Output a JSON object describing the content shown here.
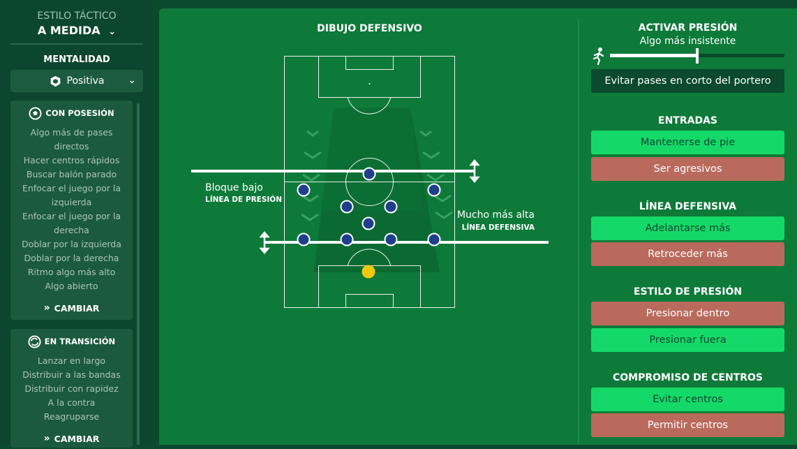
{
  "sidebar": {
    "style_title": "ESTILO TÁCTICO",
    "style_value": "A MEDIDA",
    "mentality_title": "MENTALIDAD",
    "mentality_value": "Positiva",
    "possession": {
      "title": "CON POSESIÓN",
      "items": [
        "Algo más de pases",
        "directos",
        "Hacer centros rápidos",
        "Buscar balón parado",
        "Enfocar el juego por la",
        "izquierda",
        "Enfocar el juego por la",
        "derecha",
        "Doblar por la izquierda",
        "Doblar por la derecha",
        "Ritmo algo más alto",
        "Algo abierto"
      ],
      "change_label": "CAMBIAR"
    },
    "transition": {
      "title": "EN TRANSICIÓN",
      "items": [
        "Lanzar en largo",
        "Distribuir a las bandas",
        "Distribuir con rapidez",
        "A la contra",
        "Reagruparse"
      ],
      "change_label": "CAMBIAR"
    }
  },
  "pitch": {
    "title": "DIBUJO DEFENSIVO",
    "pressing_line_value": "Bloque bajo",
    "pressing_line_label": "LÍNEA DE PRESIÓN",
    "defensive_line_value": "Mucho más alta",
    "defensive_line_label": "LÍNEA DEFENSIVA"
  },
  "right": {
    "pressing": {
      "title": "ACTIVAR PRESIÓN",
      "value": "Algo más insistente",
      "slider_level": 0.5,
      "button": "Evitar pases en corto del portero"
    },
    "tackling": {
      "title": "ENTRADAS",
      "options": [
        "Mantenerse de pie",
        "Ser agresivos"
      ]
    },
    "defensive_line": {
      "title": "LÍNEA DEFENSIVA",
      "options": [
        "Adelantarse más",
        "Retroceder más"
      ]
    },
    "press_style": {
      "title": "ESTILO DE PRESIÓN",
      "options": [
        "Presionar dentro",
        "Presionar fuera"
      ]
    },
    "crossing": {
      "title": "COMPROMISO DE CENTROS",
      "options": [
        "Evitar centros",
        "Permitir centros"
      ]
    }
  },
  "colors": {
    "selected_option": "#14d968",
    "unselected_option": "#ba6a5c",
    "player": "#1f3f8a",
    "goalkeeper": "#f2c80f"
  }
}
